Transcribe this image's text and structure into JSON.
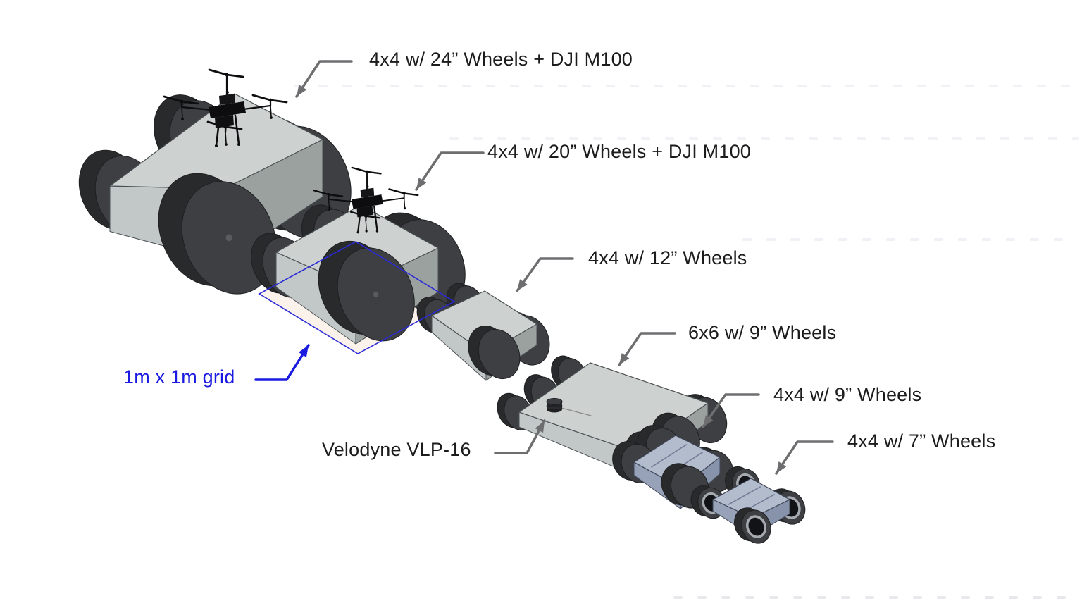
{
  "background": "#ffffff",
  "vehicles": [
    {
      "id": "rover-24",
      "label": "4x4 w/ 24” Wheels + DJI M100"
    },
    {
      "id": "rover-20",
      "label": "4x4 w/ 20” Wheels + DJI M100"
    },
    {
      "id": "rover-12",
      "label": "4x4 w/ 12” Wheels"
    },
    {
      "id": "rover-6x6-9",
      "label": "6x6 w/ 9” Wheels"
    },
    {
      "id": "rover-9",
      "label": "4x4 w/ 9” Wheels"
    },
    {
      "id": "rover-7",
      "label": "4x4 w/ 7” Wheels"
    }
  ],
  "annotations": {
    "grid_label": "1m x 1m grid",
    "lidar_label": "Velodyne VLP-16"
  },
  "colors": {
    "label_text": "#1c1c1c",
    "leader_gray": "#6e6e70",
    "accent_blue": "#1a1ae0",
    "grid_fill": "#f9eee3",
    "body_gray_top": "#cdd2d1",
    "body_blue_top": "#b2bccd",
    "wheel_dark": "#3e3f42"
  }
}
